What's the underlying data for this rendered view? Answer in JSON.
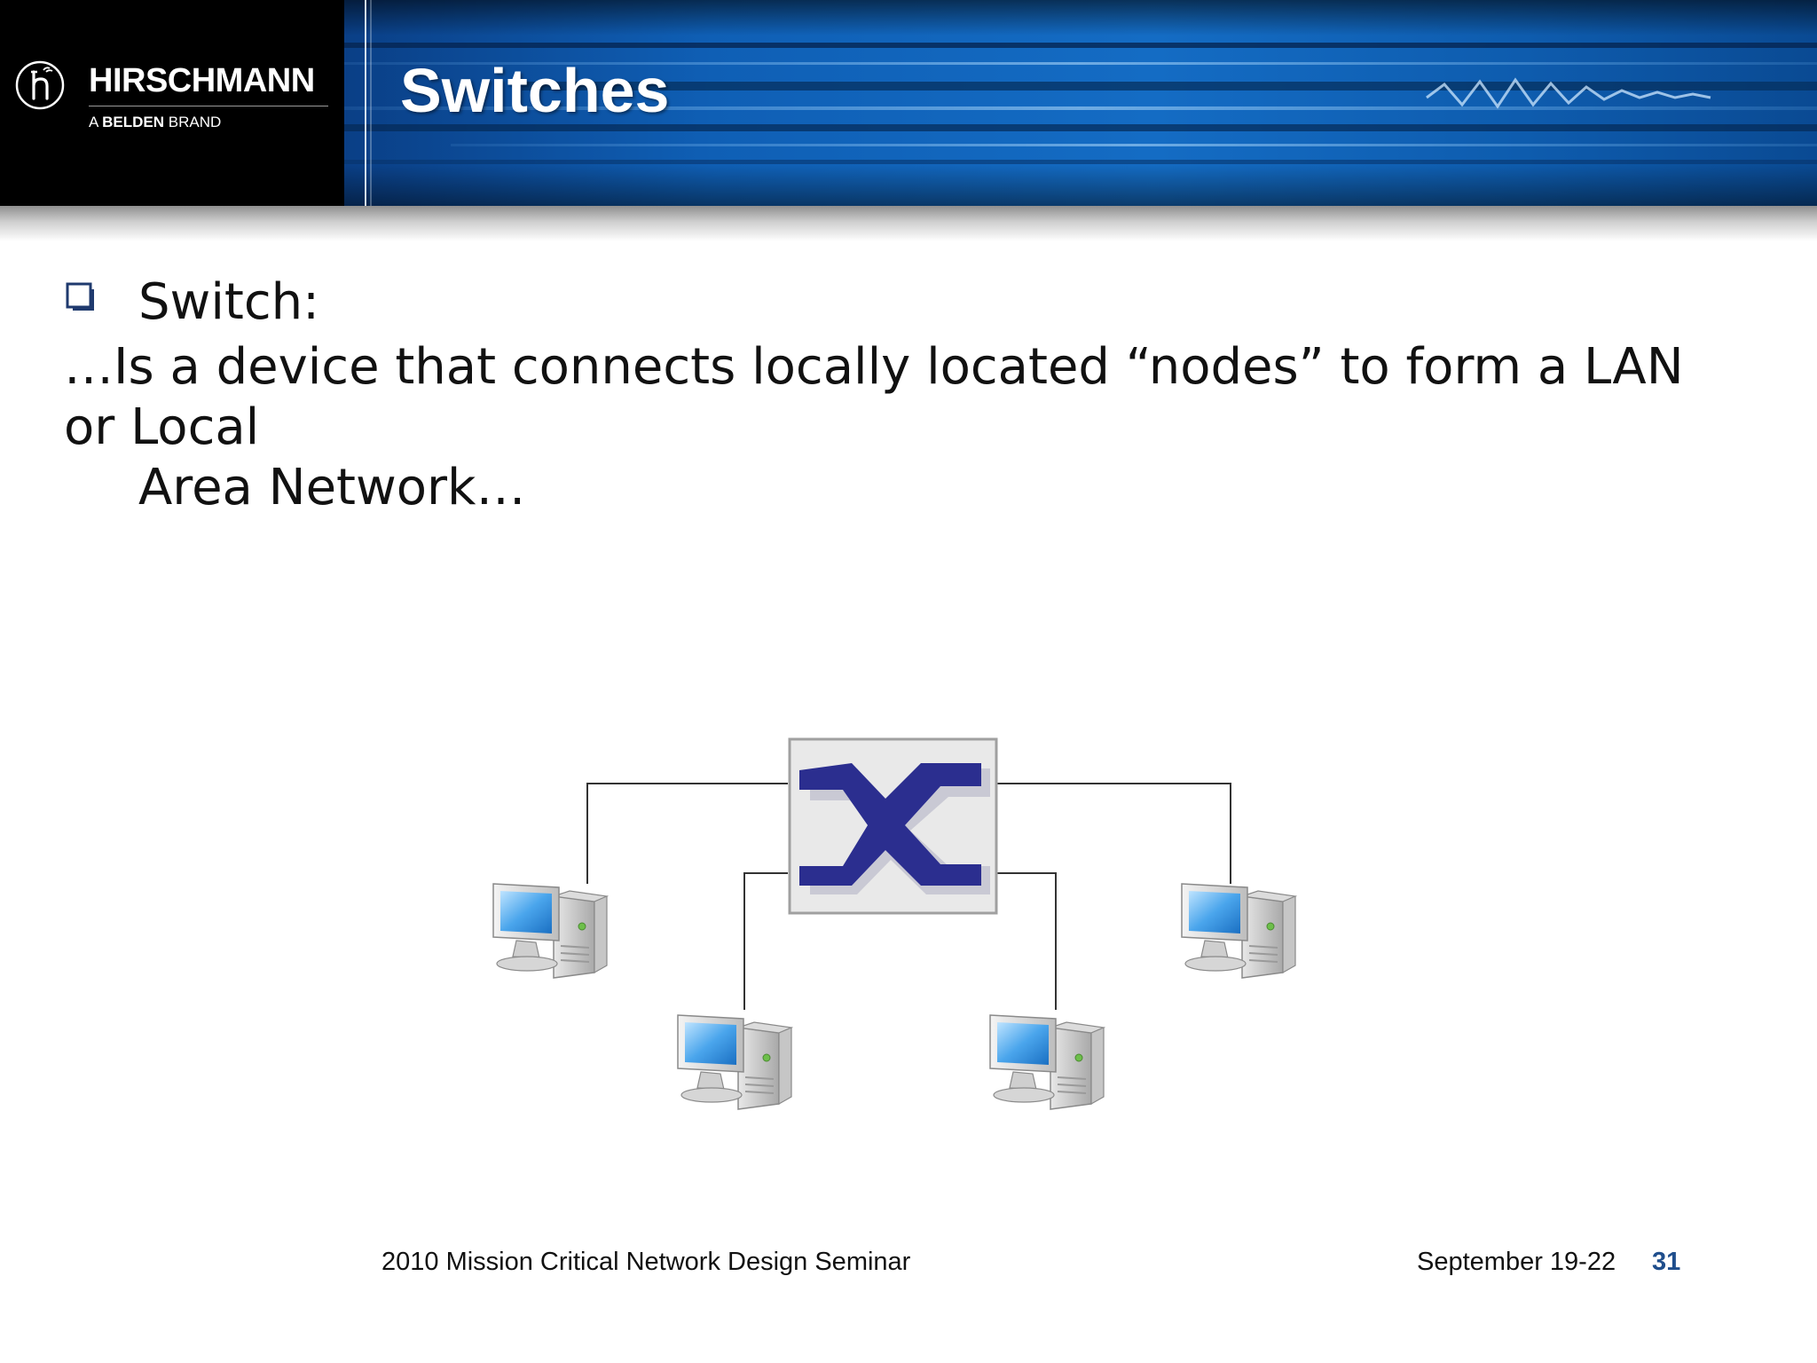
{
  "header": {
    "brand_name": "HIRSCHMANN",
    "brand_sub_prefix": "A ",
    "brand_sub_bold": "BELDEN",
    "brand_sub_suffix": " BRAND",
    "logo_icon": "hirschmann-h-logo",
    "title": "Switches"
  },
  "content": {
    "bullet_icon": "hollow-square-bullet",
    "bullet_label": "Switch:",
    "definition_line1": "…Is a device that connects locally located “nodes” to form a LAN or Local",
    "definition_line2": "Area Network…"
  },
  "diagram": {
    "central_node_icon": "network-switch-icon",
    "node_icon": "desktop-computer-icon",
    "node_count": 4
  },
  "footer": {
    "seminar": "2010 Mission Critical Network Design Seminar",
    "date": "September 19-22",
    "page_number": "31"
  },
  "colors": {
    "brand_black": "#000000",
    "banner_blue": "#0f5fb5",
    "bullet_navy": "#1f3a6e",
    "switch_glyph": "#2b2e8f",
    "page_number": "#1f4e8c"
  }
}
